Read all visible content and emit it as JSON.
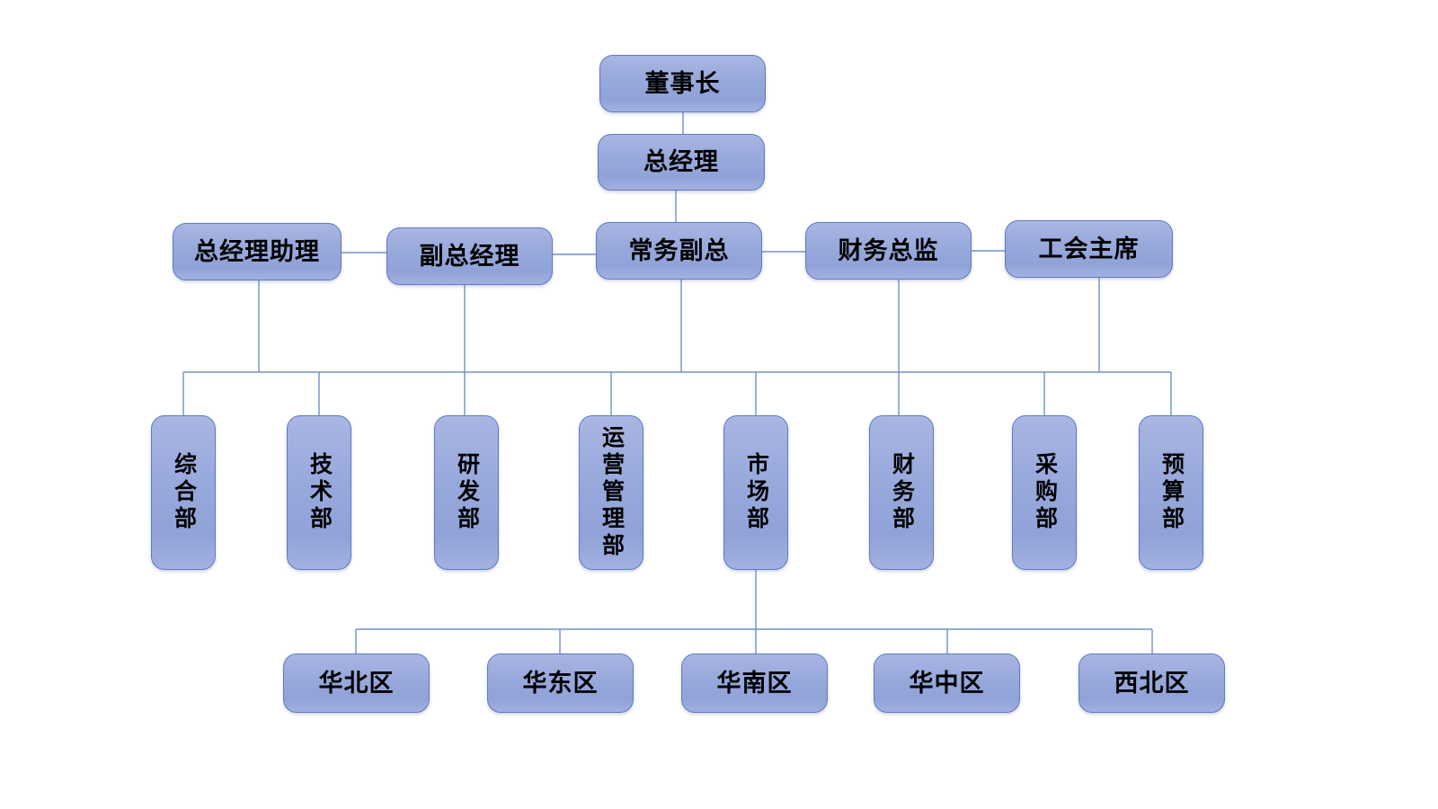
{
  "org_chart": {
    "chairman": {
      "label": "董事长"
    },
    "general_manager": {
      "label": "总经理"
    },
    "managers": [
      {
        "label": "总经理助理"
      },
      {
        "label": "副总经理"
      },
      {
        "label": "常务副总"
      },
      {
        "label": "财务总监"
      },
      {
        "label": "工会主席"
      }
    ],
    "departments": [
      {
        "label": "综合部"
      },
      {
        "label": "技术部"
      },
      {
        "label": "研发部"
      },
      {
        "label": "运营管理部"
      },
      {
        "label": "市场部"
      },
      {
        "label": "财务部"
      },
      {
        "label": "采购部"
      },
      {
        "label": "预算部"
      }
    ],
    "regions": [
      {
        "label": "华北区"
      },
      {
        "label": "华东区"
      },
      {
        "label": "华南区"
      },
      {
        "label": "华中区"
      },
      {
        "label": "西北区"
      }
    ],
    "colors": {
      "box_fill_light": "#aab6e3",
      "box_fill_dark": "#90a2d7",
      "box_border": "#5e7bc1",
      "connector_line": "#7290c8",
      "label_text": "#000000",
      "background": "#ffffff"
    }
  }
}
